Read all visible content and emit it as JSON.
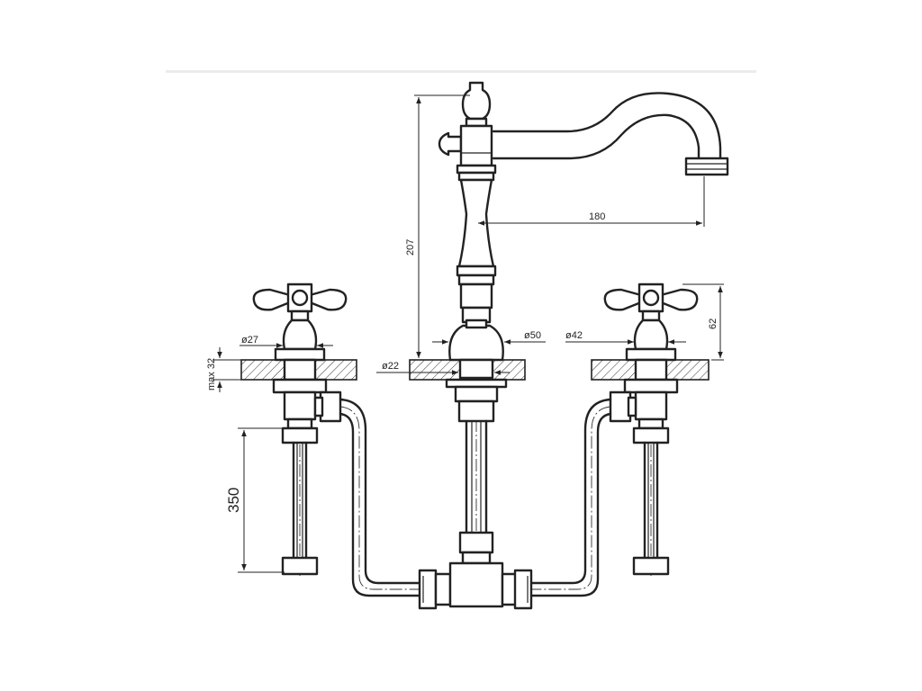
{
  "dimensions": {
    "spout_height": "207",
    "spout_reach": "180",
    "handle_height": "62",
    "left_body_diameter": "ø27",
    "right_body_diameter": "ø42",
    "base_diameter": "ø50",
    "tail_diameter": "ø22",
    "deck_thickness": "max 32",
    "hose_length": "350"
  },
  "colors": {
    "line": "#222222",
    "background": "#ffffff"
  }
}
